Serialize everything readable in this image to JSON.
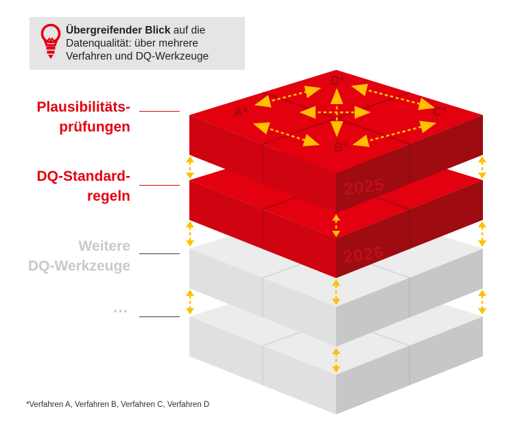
{
  "callout": {
    "bold": "Übergreifender Blick",
    "rest": " auf die Datenqualität: über mehrere Verfahren und DQ-Werkzeuge"
  },
  "side_labels": {
    "plausibilitaetspruefungen": {
      "line1": "Plausibilitäts-",
      "line2": "prüfungen"
    },
    "dq_standardregeln": {
      "line1": "DQ-Standard-",
      "line2": "regeln"
    },
    "weitere_dq_werkzeuge": {
      "line1": "Weitere",
      "line2": "DQ-Werkzeuge"
    },
    "ellipsis": {
      "line1": "…"
    }
  },
  "cube": {
    "corner_labels": {
      "a": "A*",
      "b": "B*",
      "c": "C*",
      "d": "D*"
    },
    "years": {
      "top_layer": "2025",
      "second_layer": "2026"
    }
  },
  "footnote": "*Verfahren A, Verfahren B, Verfahren C, Verfahren D",
  "colors": {
    "accent_red": "#e3000f",
    "red_face_left": "#cf0410",
    "red_face_right": "#9e0b11",
    "gray_face_top": "#ececec",
    "gray_face_left": "#e0e0e0",
    "gray_face_right": "#c7c7c7",
    "arrow_yellow": "#ffc000",
    "label_gray": "#c9c9c9",
    "callout_bg": "#e5e5e5"
  }
}
